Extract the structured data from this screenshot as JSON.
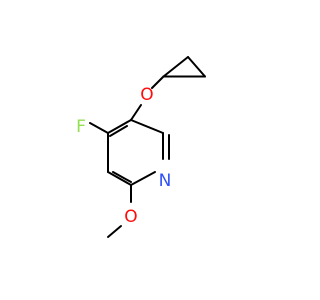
{
  "molecule": {
    "atoms": [
      {
        "id": "O_ether",
        "symbol": "O",
        "color": "#ff0d0d"
      },
      {
        "id": "F",
        "symbol": "F",
        "color": "#90e050"
      },
      {
        "id": "N",
        "symbol": "N",
        "color": "#3050f8"
      },
      {
        "id": "O_methoxy",
        "symbol": "O",
        "color": "#ff0d0d"
      }
    ],
    "bond_color": "#000000"
  }
}
